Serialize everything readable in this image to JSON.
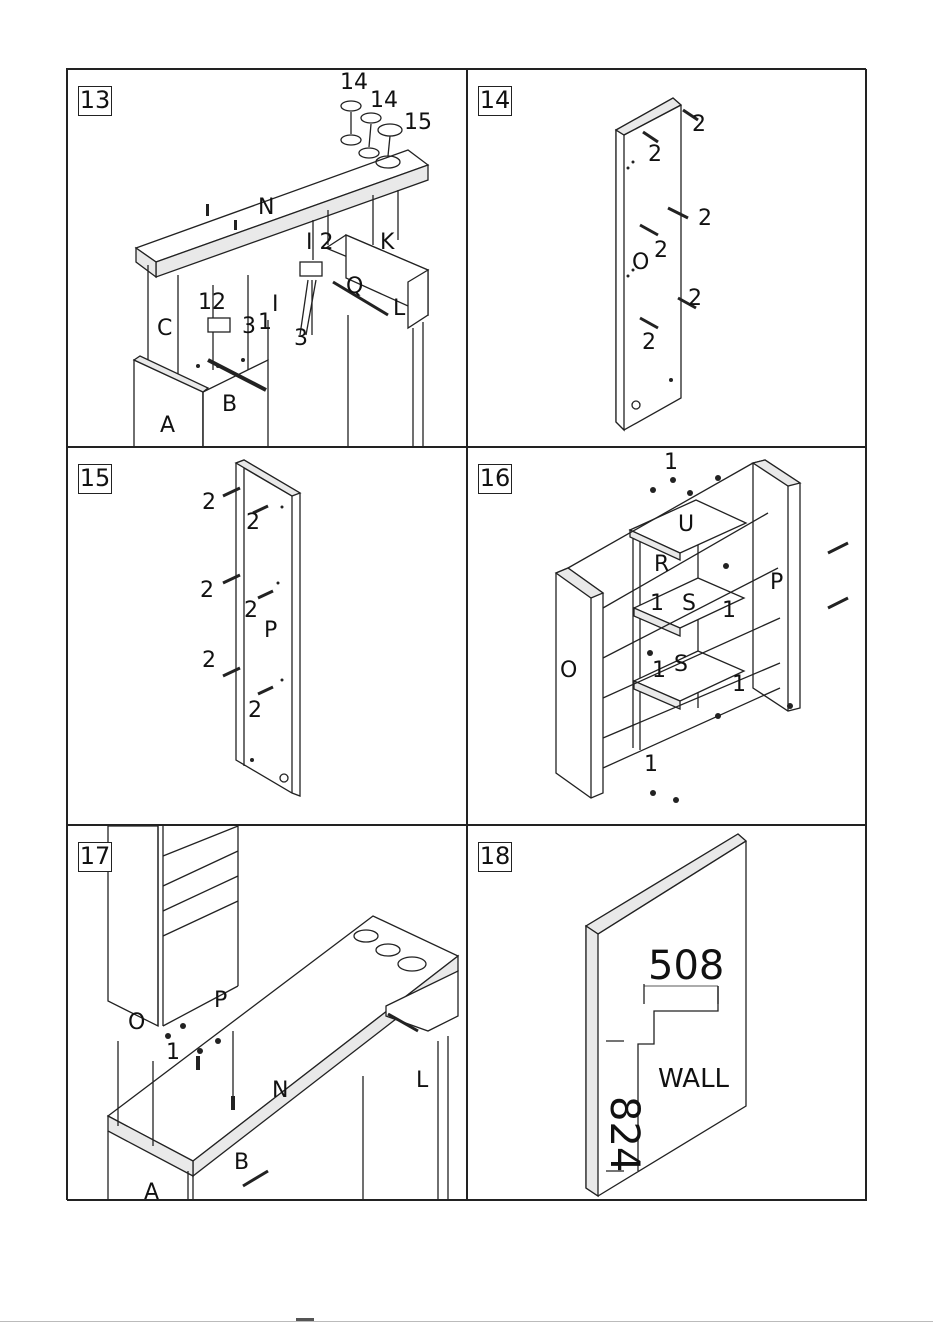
{
  "steps": [
    {
      "step": "13",
      "labels": {
        "p14a": "14",
        "p14b": "14",
        "p15": "15",
        "n": "N",
        "i2": "I 2",
        "k": "K",
        "q": "Q",
        "l": "L",
        "c": "C",
        "a12": "12",
        "a3": "3",
        "i1": "1",
        "ii": "I",
        "i3": "3",
        "b": "B",
        "a": "A"
      }
    },
    {
      "step": "14",
      "labels": {
        "t1": "2",
        "t2": "2",
        "t3": "2",
        "t4": "2",
        "t5": "2",
        "t6": "2",
        "o": "O"
      }
    },
    {
      "step": "15",
      "labels": {
        "t1": "2",
        "t2": "2",
        "t3": "2",
        "t4": "2",
        "t5": "2",
        "t6": "2",
        "p": "P"
      }
    },
    {
      "step": "16",
      "labels": {
        "one_top": "1",
        "u": "U",
        "r": "R",
        "p": "P",
        "o": "O",
        "s1": "S",
        "s2": "S",
        "one_a": "1",
        "one_b": "1",
        "one_c": "1",
        "one_d": "1",
        "one_e": "1"
      }
    },
    {
      "step": "17",
      "labels": {
        "o": "O",
        "p": "P",
        "one": "1",
        "n": "N",
        "l": "L",
        "b": "B",
        "a": "A"
      }
    },
    {
      "step": "18",
      "labels": {
        "w": "508",
        "h": "824",
        "wall": "WALL"
      }
    }
  ]
}
